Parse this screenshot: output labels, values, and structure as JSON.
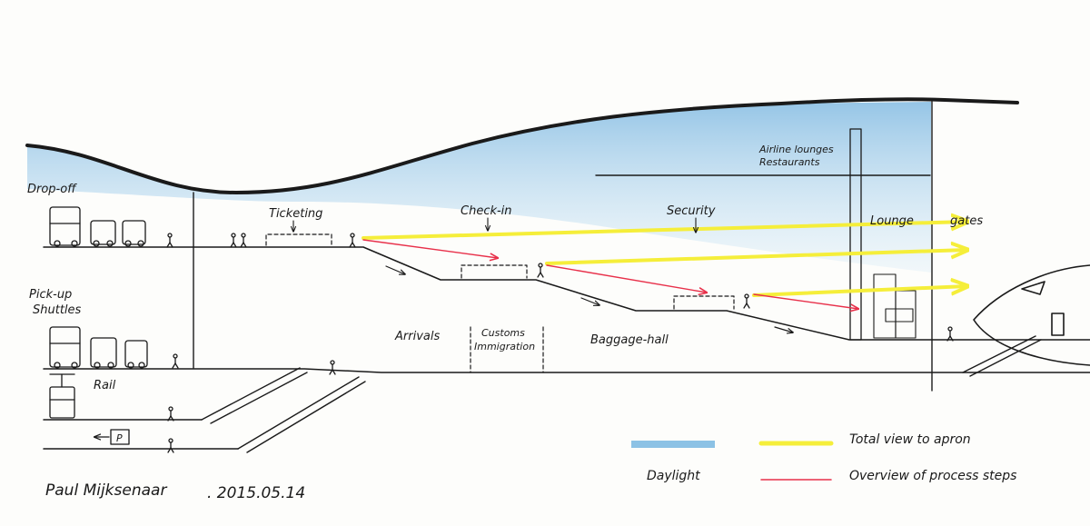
{
  "labels": {
    "drop_off": "Drop-off",
    "pick_up": "Pick-up",
    "shuttles": "Shuttles",
    "rail": "Rail",
    "parking_sign": "P",
    "ticketing": "Ticketing",
    "check_in": "Check-in",
    "security": "Security",
    "airline_lounges": "Airline lounges",
    "restaurants": "Restaurants",
    "lounge": "Lounge",
    "gates": "gates",
    "arrivals": "Arrivals",
    "customs": "Customs",
    "immigration": "Immigration",
    "baggage_hall": "Baggage-hall"
  },
  "legend": {
    "daylight": "Daylight",
    "total_view": "Total view to apron",
    "overview": "Overview of process steps"
  },
  "signature": {
    "author": "Paul Mijksenaar",
    "date": ". 2015.05.14"
  },
  "colors": {
    "daylight": "#6fb3e0",
    "total_view": "#f5ee3a",
    "overview": "#e8304a",
    "ink": "#1a1a1a",
    "paper": "#fdfdfb"
  }
}
